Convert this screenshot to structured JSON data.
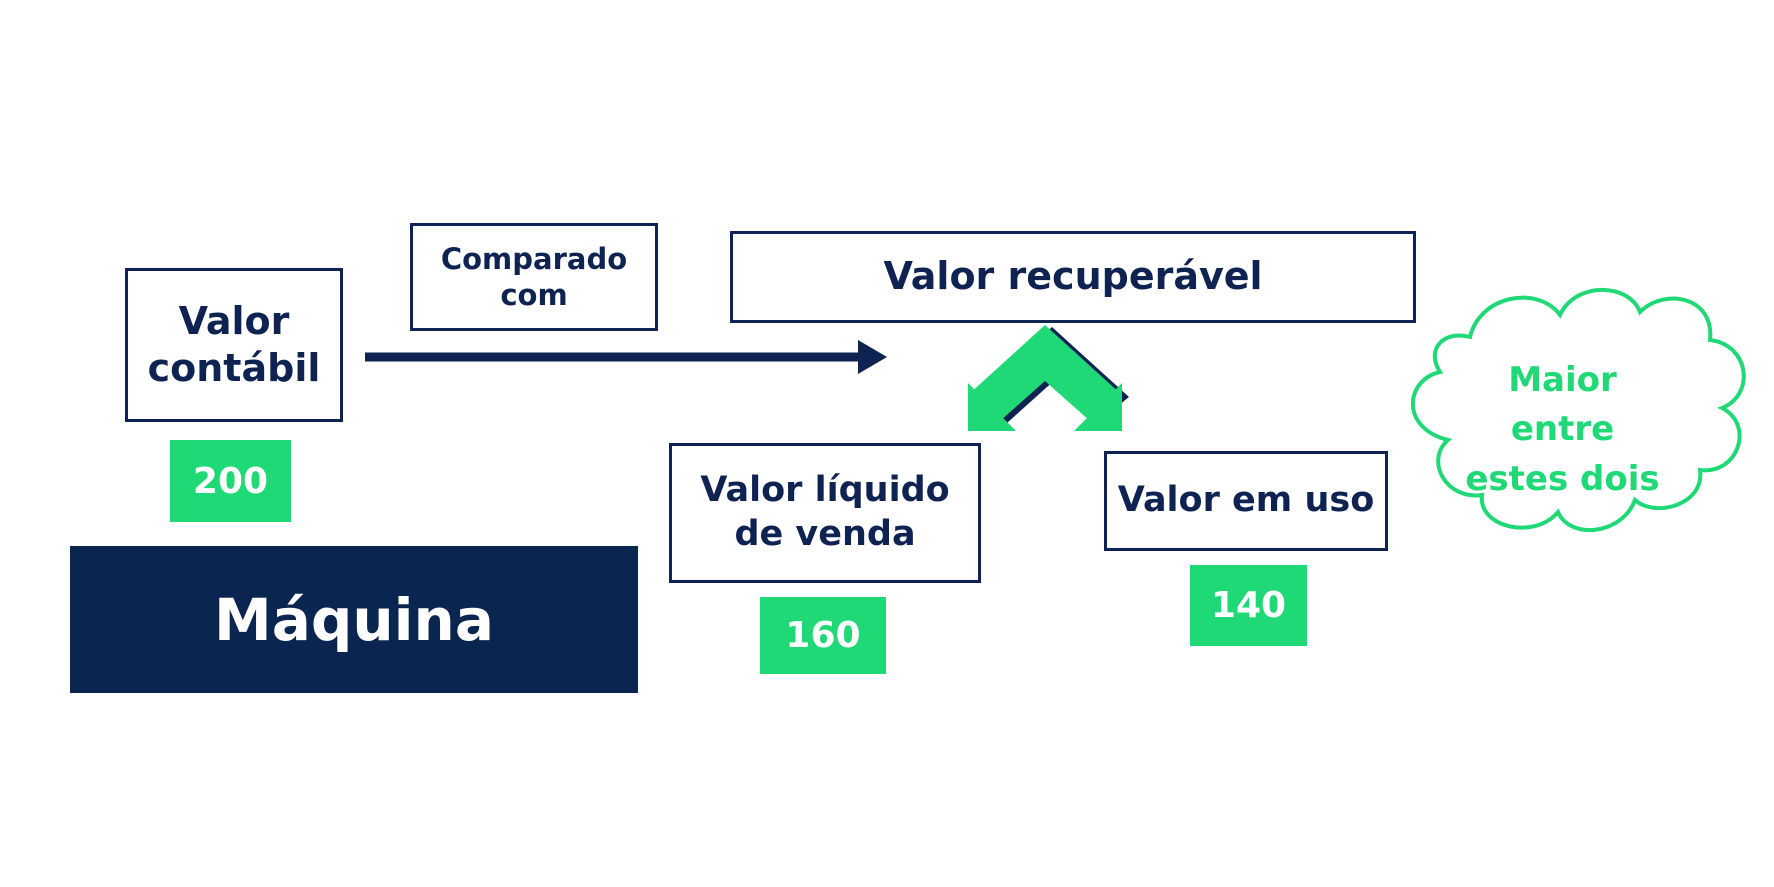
{
  "colors": {
    "navy": "#0e2352",
    "machine_fill": "#0a2650",
    "green": "#1fd876",
    "background": "#ffffff"
  },
  "boxes": {
    "valor_contabil": "Valor\ncontábil",
    "comparado_com": "Comparado\ncom",
    "valor_recuperavel": "Valor recuperável",
    "valor_liquido_venda": "Valor líquido\nde venda",
    "valor_em_uso": "Valor em uso"
  },
  "values": {
    "valor_contabil": "200",
    "valor_liquido_venda": "160",
    "valor_em_uso": "140"
  },
  "machine_label": "Máquina",
  "cloud_text": "Maior\nentre\nestes dois",
  "icons": {
    "arrow": "arrow-right-icon",
    "split": "split-chevron-icon",
    "cloud": "cloud-icon"
  }
}
